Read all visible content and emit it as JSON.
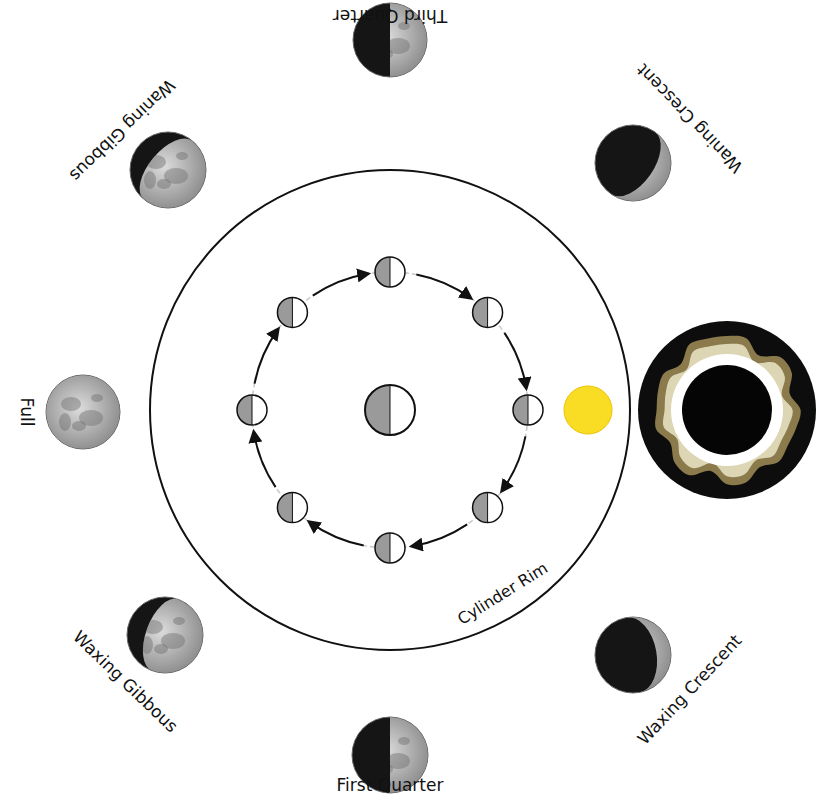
{
  "diagram": {
    "labels": [
      "Third Quarter",
      "Waning Crescent",
      "Waning Gibbous",
      "Full",
      "Waxing Gibbous",
      "First Quarter",
      "Waxing Crescent",
      "Cylinder Rim"
    ]
  }
}
